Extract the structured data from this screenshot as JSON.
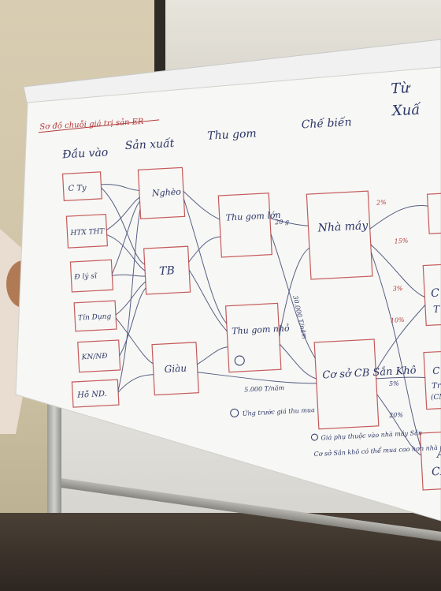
{
  "photo": {
    "sheet": {
      "title": "Sơ đồ chuỗi giá trị sản ER",
      "corner_text": [
        "Từ",
        "Xuấ"
      ],
      "column_headers": [
        "Đầu vào",
        "Sản xuất",
        "Thu gom",
        "Chế biến"
      ],
      "input_boxes": [
        "C Ty",
        "HTX THT",
        "Đ lý sĩ",
        "Tín Dụng",
        "KN/NĐ",
        "Hỗ ND."
      ],
      "producer_boxes": [
        "Nghèo",
        "TB",
        "Giàu"
      ],
      "collector_boxes": [
        "Thu gom lớn",
        "Thu gom nhỏ"
      ],
      "processor_boxes": [
        "Nhà máy",
        "Cơ sở CB Sắn Khô"
      ],
      "edge_labels": [
        "20 g",
        "30.000 T/năm",
        "5.000 T/năm",
        "2%",
        "15%",
        "3%",
        "10%",
        "5%",
        "20%"
      ],
      "notes": [
        "Ứng trước giá thu mua",
        "Giá phụ thuộc vào nhà máy Sắn",
        "Cơ sở Sắn khô có thể mua cao hơn nhà máy"
      ],
      "right_partial": [
        "C",
        "T",
        "C",
        "Trq",
        "(CM)",
        "A",
        "CN"
      ]
    }
  }
}
